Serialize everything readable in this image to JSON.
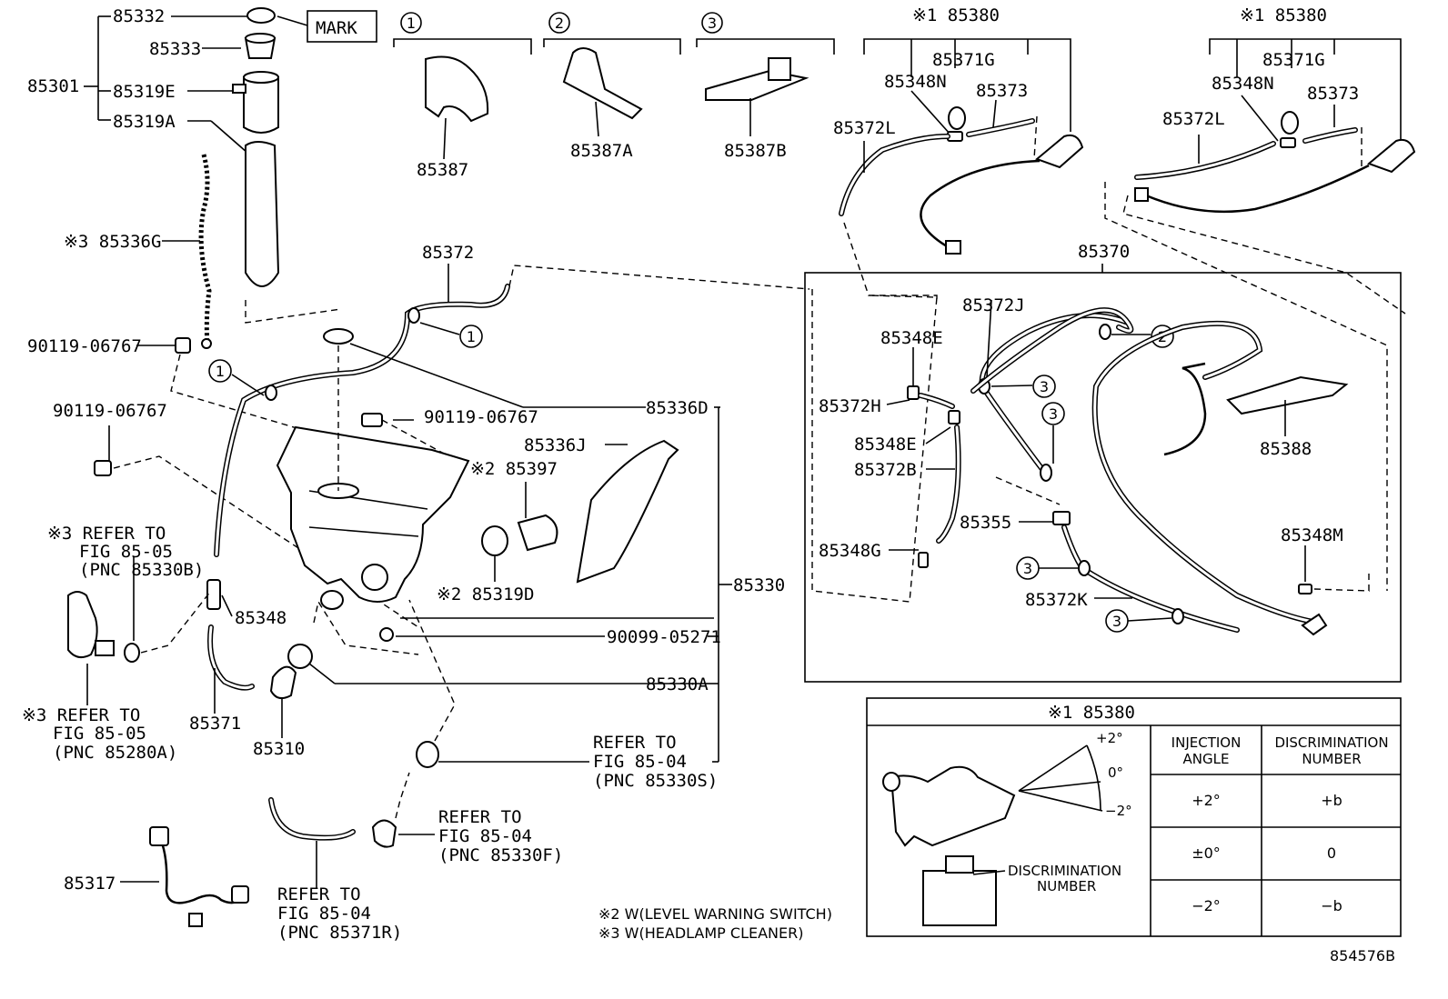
{
  "labels": {
    "p85332": "85332",
    "mark": "MARK",
    "p85333": "85333",
    "p85301": "85301",
    "p85319E": "85319E",
    "p85319A": "85319A",
    "p85336G": "※3 85336G",
    "p90119_a": "90119-06767",
    "p90119_b": "90119-06767",
    "p90119_c": "90119-06767",
    "ref1_a": "※3 REFER TO",
    "ref1_b": "FIG 85-05",
    "ref1_c": "(PNC 85330B)",
    "ref2_a": "※3 REFER TO",
    "ref2_b": "FIG 85-05",
    "ref2_c": "(PNC 85280A)",
    "p85348": "85348",
    "p85371": "85371",
    "p85310": "85310",
    "p85317": "85317",
    "ref3_a": "REFER TO",
    "ref3_b": "FIG 85-04",
    "ref3_c": "(PNC 85371R)",
    "ref4_a": "REFER TO",
    "ref4_b": "FIG 85-04",
    "ref4_c": "(PNC 85330F)",
    "ref5_a": "REFER TO",
    "ref5_b": "FIG 85-04",
    "ref5_c": "(PNC 85330S)",
    "p85387": "85387",
    "p85387A": "85387A",
    "p85387B": "85387B",
    "p85372": "85372",
    "p85336D": "85336D",
    "p85336J": "85336J",
    "p85397": "※2 85397",
    "p85319D": "※2 85319D",
    "p85330": "85330",
    "p90099": "90099-05271",
    "p85330A": "85330A",
    "p85380_a": "※1 85380",
    "p85380_b": "※1 85380",
    "p85371G_a": "85371G",
    "p85371G_b": "85371G",
    "p85348N_a": "85348N",
    "p85348N_b": "85348N",
    "p85373_a": "85373",
    "p85373_b": "85373",
    "p85372L_a": "85372L",
    "p85372L_b": "85372L",
    "p85370": "85370",
    "p85372J": "85372J",
    "p85348E_a": "85348E",
    "p85348E_b": "85348E",
    "p85372H": "85372H",
    "p85372B": "85372B",
    "p85348G": "85348G",
    "p85355": "85355",
    "p85372K": "85372K",
    "p85388": "85388",
    "p85348M": "85348M",
    "note2": "※2 W(LEVEL WARNING SWITCH)",
    "note3": "※3 W(HEADLAMP CLEANER)",
    "diagram_id": "854576B",
    "c1": "1",
    "c2": "2",
    "c3": "3"
  },
  "angle_table": {
    "title": "※1 85380",
    "col1_a": "INJECTION",
    "col1_b": "ANGLE",
    "col2_a": "DISCRIMINATION",
    "col2_b": "NUMBER",
    "rows": [
      {
        "angle": "+2°",
        "number": "+b"
      },
      {
        "angle": "±0°",
        "number": "0"
      },
      {
        "angle": "−2°",
        "number": "−b"
      }
    ],
    "deg_plus": "+2°",
    "deg_zero": "0°",
    "deg_minus": "−2°",
    "disc_a": "DISCRIMINATION",
    "disc_b": "NUMBER"
  }
}
